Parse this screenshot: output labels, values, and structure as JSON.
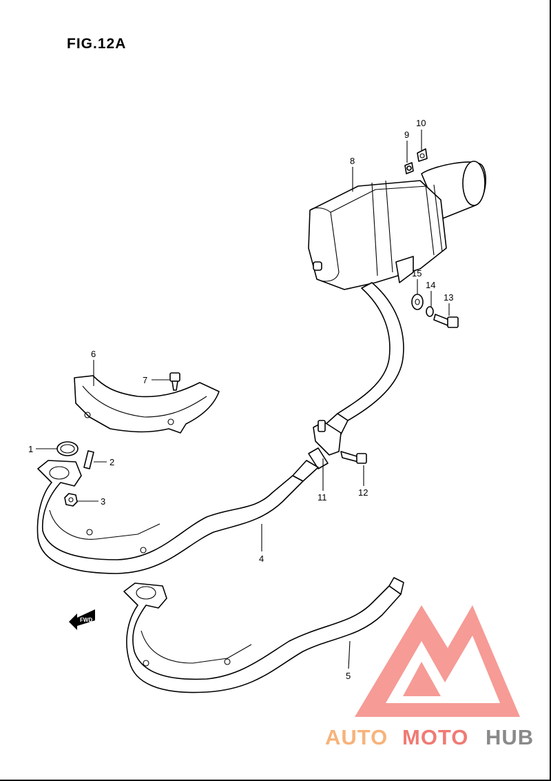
{
  "figure": {
    "title": "FIG.12A"
  },
  "fwd_arrow": {
    "label": "FWD"
  },
  "callouts": [
    {
      "id": "1",
      "label": "1"
    },
    {
      "id": "2",
      "label": "2"
    },
    {
      "id": "3",
      "label": "3"
    },
    {
      "id": "4",
      "label": "4"
    },
    {
      "id": "5",
      "label": "5"
    },
    {
      "id": "6",
      "label": "6"
    },
    {
      "id": "7",
      "label": "7"
    },
    {
      "id": "8",
      "label": "8"
    },
    {
      "id": "9",
      "label": "9"
    },
    {
      "id": "10",
      "label": "10"
    },
    {
      "id": "11",
      "label": "11"
    },
    {
      "id": "12",
      "label": "12"
    },
    {
      "id": "13",
      "label": "13"
    },
    {
      "id": "14",
      "label": "14"
    },
    {
      "id": "15",
      "label": "15"
    }
  ],
  "watermark": {
    "part1": "AUTO",
    "part2": "MOTO",
    "part3": "HUB",
    "color1": "#f7b37a",
    "color2": "#f07a74",
    "color3": "#8a8a8a",
    "logo_color": "#f07a74"
  }
}
